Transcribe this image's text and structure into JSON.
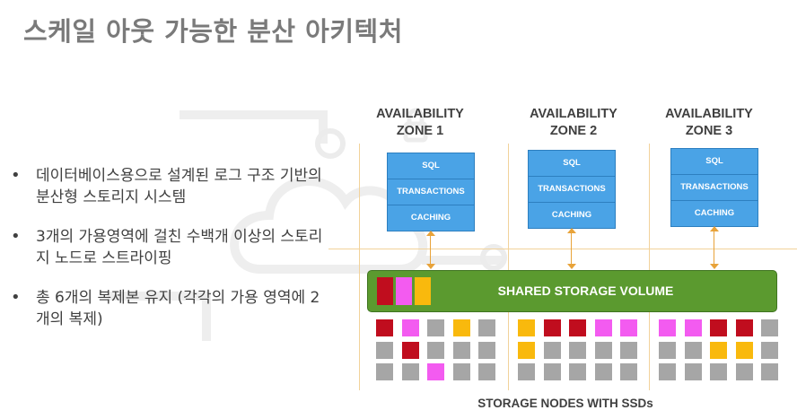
{
  "title": "스케일 아웃 가능한 분산 아키텍처",
  "bullets": [
    "데이터베이스용으로 설계된 로그 구조 기반의 분산형 스토리지 시스템",
    "3개의 가용영역에 걸친 수백개 이상의 스토리지 노드로 스트라이핑",
    "총 6개의 복제본 유지 (각각의 가용 영역에 2개의 복제)"
  ],
  "zones": [
    {
      "line1": "AVAILABILITY",
      "line2": "ZONE 1",
      "stack": [
        "SQL",
        "TRANSACTIONS",
        "CACHING"
      ]
    },
    {
      "line1": "AVAILABILITY",
      "line2": "ZONE 2",
      "stack": [
        "SQL",
        "TRANSACTIONS",
        "CACHING"
      ]
    },
    {
      "line1": "AVAILABILITY",
      "line2": "ZONE 3",
      "stack": [
        "SQL",
        "TRANSACTIONS",
        "CACHING"
      ]
    }
  ],
  "shared_volume": {
    "label": "SHARED STORAGE VOLUME",
    "chips": [
      "red",
      "magenta",
      "orange"
    ]
  },
  "storage_nodes": {
    "caption": "STORAGE NODES WITH SSDs",
    "zones": [
      [
        [
          "red",
          "magenta",
          "gray",
          "orange",
          "gray"
        ],
        [
          "gray",
          "red",
          "gray",
          "gray",
          "gray"
        ],
        [
          "gray",
          "gray",
          "magenta",
          "gray",
          "gray"
        ]
      ],
      [
        [
          "orange",
          "red",
          "red",
          "magenta",
          "magenta"
        ],
        [
          "orange",
          "gray",
          "gray",
          "gray",
          "gray"
        ],
        [
          "gray",
          "gray",
          "gray",
          "gray",
          "gray"
        ]
      ],
      [
        [
          "magenta",
          "magenta",
          "red",
          "red",
          "gray"
        ],
        [
          "gray",
          "gray",
          "orange",
          "orange",
          "gray"
        ],
        [
          "gray",
          "gray",
          "gray",
          "gray",
          "gray"
        ]
      ]
    ]
  },
  "colors": {
    "red": "#c00d1e",
    "magenta": "#f35bf0",
    "orange": "#f9b90d",
    "gray": "#a6a6a6",
    "blue": "#4aa3e6",
    "green": "#5b9a2f",
    "grid": "#f2d29a",
    "arrow": "#e8a33a"
  }
}
